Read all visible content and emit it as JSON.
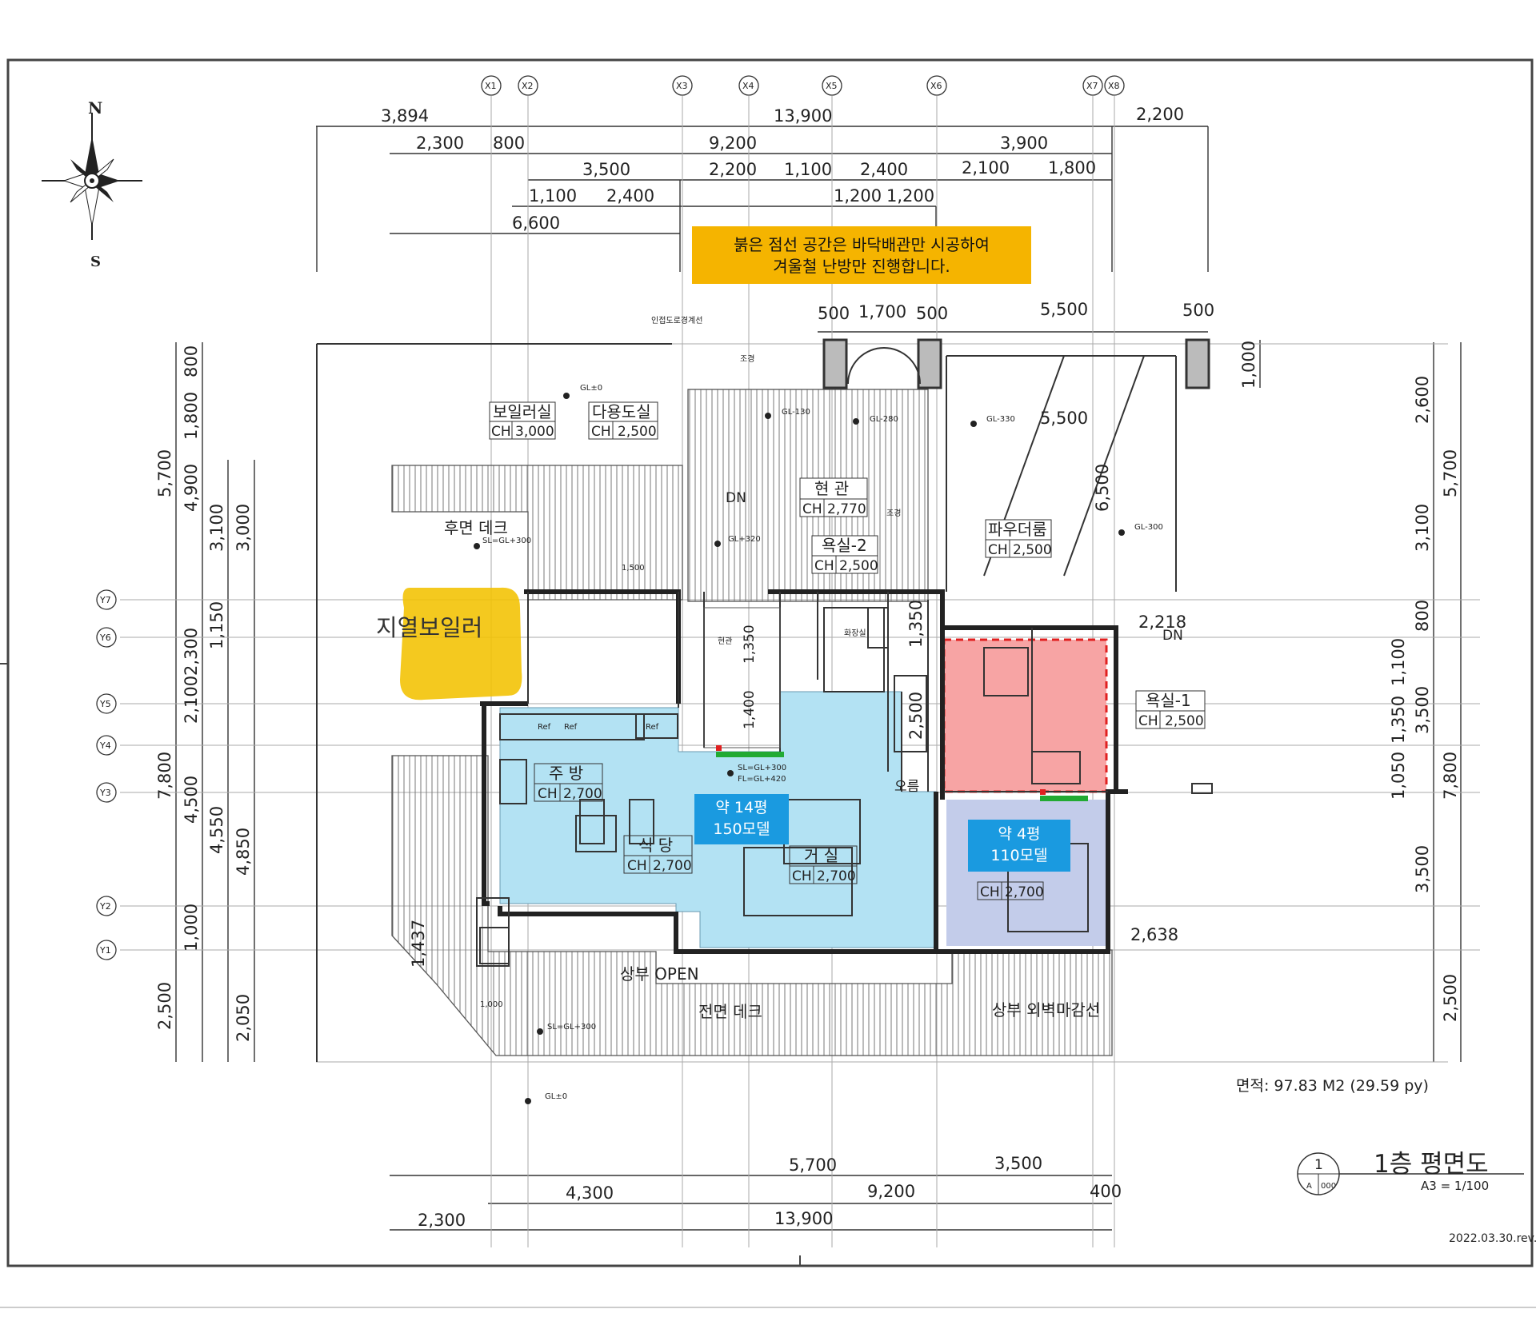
{
  "compass": {
    "north": "N",
    "south": "S"
  },
  "note": {
    "line1": "붉은 점선 공간은 바닥배관만 시공하여",
    "line2": "겨울철 난방만 진행합니다."
  },
  "tags": {
    "main_area": "약 14평",
    "main_model": "150모델",
    "side_area": "약 4평",
    "side_model": "110모델"
  },
  "grid_top": [
    "X1",
    "X2",
    "X3",
    "X4",
    "X5",
    "X6",
    "X7",
    "X8"
  ],
  "grid_left": [
    "Y7",
    "Y6",
    "Y5",
    "Y4",
    "Y3",
    "Y2",
    "Y1"
  ],
  "dims_top": {
    "r1": [
      "3,894",
      "13,900",
      "2,200"
    ],
    "r2": [
      "2,300",
      "800",
      "9,200",
      "3,900"
    ],
    "r3": [
      "3,500",
      "2,200",
      "1,100",
      "2,400",
      "2,100",
      "1,800"
    ],
    "r4": [
      "1,100",
      "2,400",
      "1,200",
      "1,200"
    ],
    "r5": [
      "6,600"
    ],
    "r6": [
      "500",
      "1,700",
      "500",
      "5,500",
      "500"
    ]
  },
  "dims_bottom": {
    "r1": [
      "5,700",
      "3,500"
    ],
    "r2": [
      "4,300",
      "9,200",
      "400"
    ],
    "r3": [
      "2,300",
      "13,900"
    ]
  },
  "dims_left": {
    "c1": [
      "5,700",
      "7,800",
      "2,500"
    ],
    "c2": [
      "800",
      "1,800",
      "4,900",
      "2,300",
      "2,100",
      "4,500",
      "1,000"
    ],
    "c3": [
      "3,100",
      "1,150",
      "4,550",
      "2,050"
    ],
    "c4": [
      "3,000",
      "4,850"
    ]
  },
  "dims_right": {
    "c1": [
      "1,000",
      "2,600",
      "3,100",
      "800",
      "1,100",
      "1,350",
      "1,050",
      "3,500"
    ],
    "c2": [
      "5,700",
      "3,500",
      "7,800",
      "2,500"
    ]
  },
  "dims_misc": {
    "inner_5500": "5,500",
    "inner_6500": "6,500",
    "d2218": "2,218",
    "d2638": "2,638",
    "d1437": "1,437",
    "d1350a": "1,350",
    "d1350b": "1,350",
    "d2500": "2,500",
    "d1400": "1,400"
  },
  "rooms": {
    "boiler": {
      "name": "보일러실",
      "ch": "CH",
      "ch_val": "3,000"
    },
    "utility": {
      "name": "다용도실",
      "ch": "CH",
      "ch_val": "2,500"
    },
    "entrance": {
      "name": "현 관",
      "ch": "CH",
      "ch_val": "2,770"
    },
    "bath2": {
      "name": "욕실-2",
      "ch": "CH",
      "ch_val": "2,500"
    },
    "powder": {
      "name": "파우더룸",
      "ch": "CH",
      "ch_val": "2,500"
    },
    "bath1": {
      "name": "욕실-1",
      "ch": "CH",
      "ch_val": "2,500"
    },
    "kitchen": {
      "name": "주 방",
      "ch": "CH",
      "ch_val": "2,700"
    },
    "dining": {
      "name": "식 당",
      "ch": "CH",
      "ch_val": "2,700"
    },
    "living": {
      "name": "거 실",
      "ch": "CH",
      "ch_val": "2,700"
    },
    "bedroom": {
      "ch": "CH",
      "ch_val": "2,700"
    }
  },
  "labels": {
    "geo_boiler": "지열보일러",
    "rear_deck": "후면 데크",
    "front_deck": "전면 데크",
    "upper_open": "상부 OPEN",
    "upper_wall": "상부 외벽마감선",
    "road": "인접도로경계선",
    "landscape1": "조경",
    "landscape2": "조경",
    "dn1": "DN",
    "dn2": "DN",
    "up": "오름",
    "ref1": "Ref",
    "ref2": "Ref",
    "ref3": "Ref",
    "hall": "현관",
    "toilet": "화장실",
    "gl0a": "GL±0",
    "gl0b": "GL±0",
    "gl130": "GL-130",
    "gl280": "GL-280",
    "gl330": "GL-330",
    "gl300": "GL-300",
    "gl320": "GL+320",
    "sl300": "SL=GL+300",
    "fl420": "FL=GL+420",
    "sl_rear": "SL=GL+300",
    "sl_front": "SL=GL+300",
    "small_1500": "1,500",
    "small_1000": "1,000"
  },
  "footer": {
    "area": "면적: 97.83 M2 (29.59 py)",
    "title": "1층 평면도",
    "scale": "A3 = 1/100",
    "sheet_num": "1",
    "sheet_ref_a": "A",
    "sheet_ref_b": "000",
    "rev": "2022.03.30.rev."
  },
  "colors": {
    "heated_blue": "#b3e2f3",
    "heated_red": "#f7a4a4",
    "bedroom_blue": "#c3ccea",
    "boiler_yellow": "#f3c200",
    "note_orange": "#f5b400",
    "tag_blue": "#1a9ae0",
    "dash_red": "#e02020",
    "mark_green": "#22aa33"
  }
}
